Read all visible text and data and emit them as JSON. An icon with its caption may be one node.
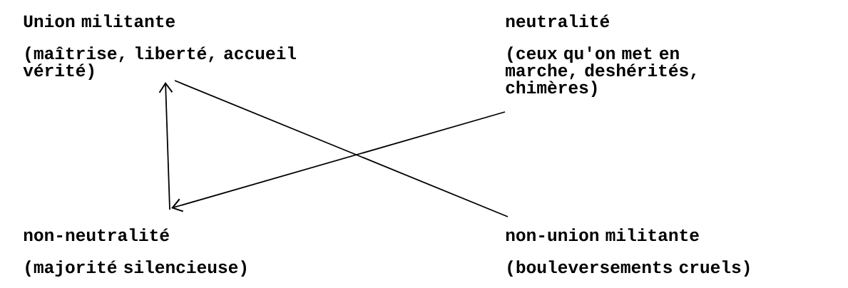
{
  "diagram": {
    "nodes": [
      {
        "text": [
          "Union militante",
          "(maîtrise, liberté, accueil vérité)"
        ]
      },
      {
        "text": [
          "neutralité",
          "(ceux qu'on met en marche, deshérités, chimères)"
        ]
      },
      {
        "text": [
          "non-neutralité",
          "(majorité silencieuse)"
        ]
      },
      {
        "text": [
          "non-union militante",
          "(bouleversements cruels)"
        ]
      }
    ],
    "edges": [
      {
        "from": 2,
        "to": 0,
        "arrow": "to"
      },
      {
        "from": 0,
        "to": 3,
        "arrow": "none"
      },
      {
        "from": 1,
        "to": 2,
        "arrow": "to"
      }
    ]
  }
}
